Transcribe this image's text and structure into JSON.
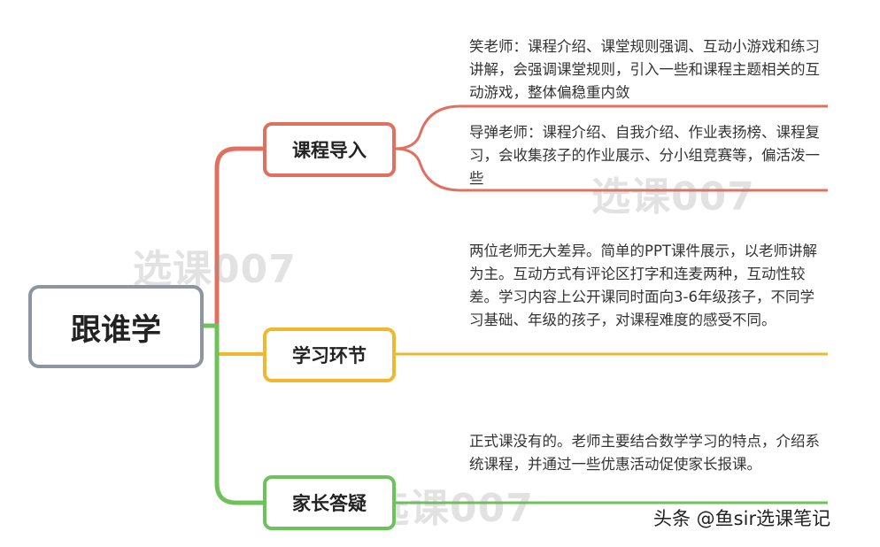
{
  "root": {
    "label": "跟谁学"
  },
  "branches": [
    {
      "label": "课程导入",
      "color": "#e0705f",
      "notes": [
        "笑老师：课程介绍、课堂规则强调、互动小游戏和练习讲解，会强调课堂规则，引入一些和课程主题相关的互动游戏，整体偏稳重内敛",
        "导弹老师：课程介绍、自我介绍、作业表扬榜、课程复习，会收集孩子的作业展示、分小组竞赛等，偏活泼一些"
      ]
    },
    {
      "label": "学习环节",
      "color": "#f0b72f",
      "notes": [
        "两位老师无大差异。简单的PPT课件展示，以老师讲解为主。互动方式有评论区打字和连麦两种，互动性较差。学习内容上公开课同时面向3-6年级孩子，不同学习基础、年级的孩子，对课程难度的感受不同。"
      ]
    },
    {
      "label": "家长答疑",
      "color": "#6dc25a",
      "notes": [
        "正式课没有的。老师主要结合数学学习的特点，介绍系统课程，并通过一些优惠活动促使家长报课。"
      ]
    }
  ],
  "watermark": "选课007",
  "footer": "头条 @鱼sir选课笔记"
}
